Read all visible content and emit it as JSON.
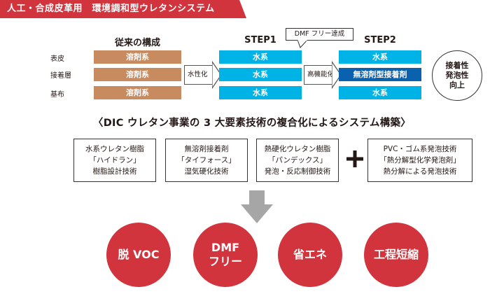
{
  "header": {
    "title": "人工・合成皮革用　環境調和型ウレタンシステム"
  },
  "columns": {
    "conventional": "従来の構成",
    "step1": "STEP1",
    "step2": "STEP2"
  },
  "row_labels": [
    "表皮",
    "接着層",
    "基布"
  ],
  "conventional_bars": [
    "溶剤系",
    "溶剤系",
    "溶剤系"
  ],
  "step1_bars": [
    "水系",
    "水系",
    "水系"
  ],
  "step2_bars": [
    "水系",
    "無溶剤型接着剤",
    "水系"
  ],
  "arrows": {
    "to_step1": "水性化",
    "to_step2": "高機能化"
  },
  "callout": "DMF フリー達成",
  "result": {
    "line1": "接着性",
    "line2": "発泡性",
    "line3": "向上"
  },
  "section_title": "〈DIC ウレタン事業の 3 大要素技術の複合化によるシステム構築〉",
  "technologies": [
    {
      "line1": "水系ウレタン樹脂",
      "line2": "「ハイドラン」",
      "line3": "樹脂設計技術"
    },
    {
      "line1": "無溶剤接着剤",
      "line2": "「タイフォース」",
      "line3": "湿気硬化技術"
    },
    {
      "line1": "熱硬化ウレタン樹脂",
      "line2": "「パンデックス」",
      "line3": "発泡・反応制御技術"
    },
    {
      "line1": "PVC・ゴム系発泡技術",
      "line2": "「熱分解型化学発泡剤」",
      "line3": "熱分解による発泡技術"
    }
  ],
  "benefits": [
    {
      "line1": "脱 VOC",
      "line2": ""
    },
    {
      "line1": "DMF",
      "line2": "フリー"
    },
    {
      "line1": "省エネ",
      "line2": ""
    },
    {
      "line1": "工程短縮",
      "line2": ""
    }
  ],
  "colors": {
    "accent_red": "#d2343d",
    "solvent_tan": "#c88b5f",
    "water_cyan": "#00b3e6",
    "adhesive_blue": "#0a62ae",
    "arrow_gray": "#a6a6a6"
  }
}
